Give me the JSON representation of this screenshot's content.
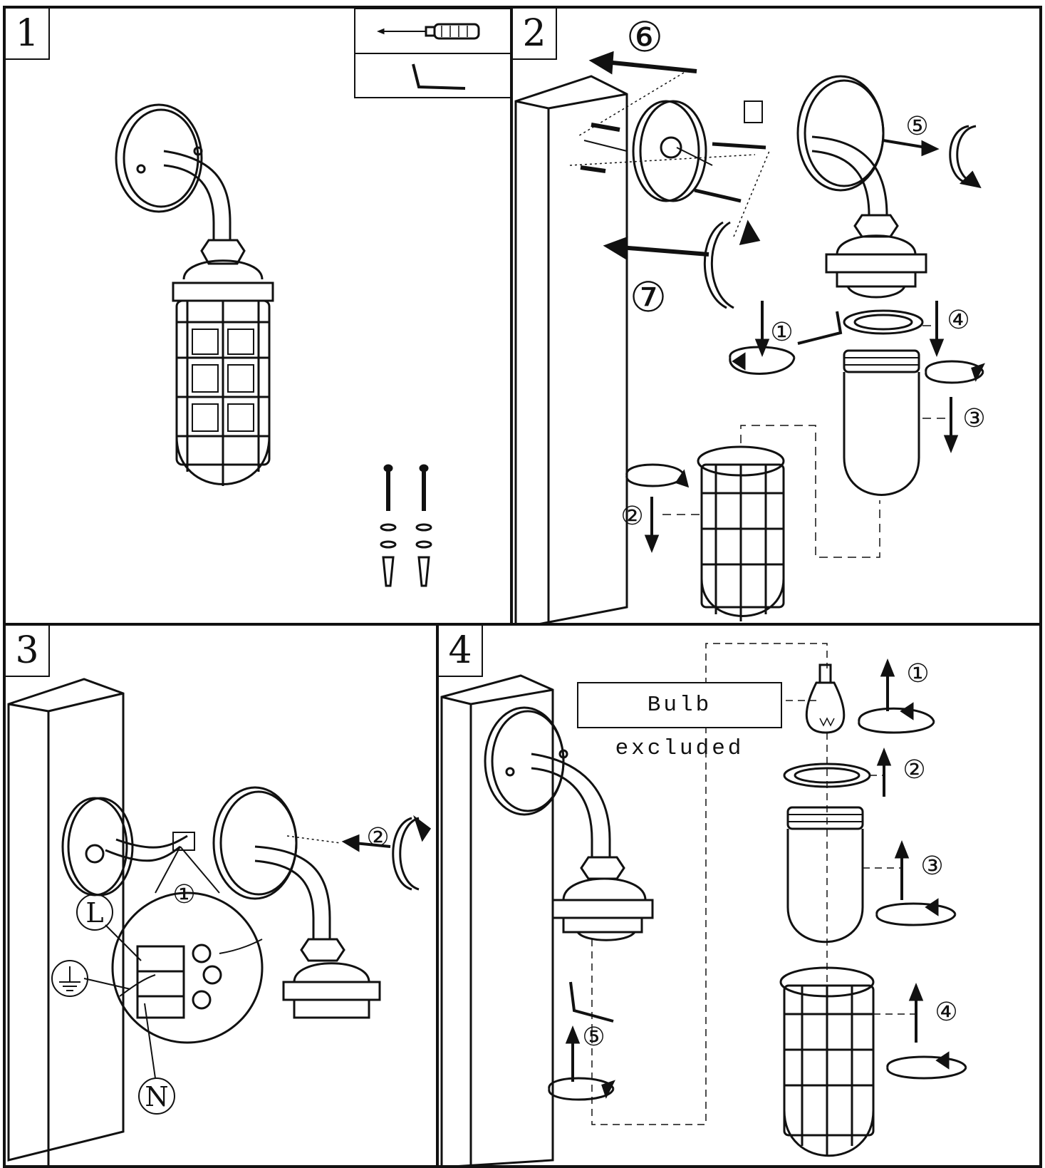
{
  "steps": {
    "one": "1",
    "two": "2",
    "three": "3",
    "four": "4"
  },
  "step2_callouts": {
    "c1": "①",
    "c2": "②",
    "c3": "③",
    "c4": "④",
    "c5": "⑤",
    "c6": "⑥",
    "c7": "⑦"
  },
  "step3_callouts": {
    "c1": "①",
    "c2": "②",
    "live": "L",
    "neutral": "N"
  },
  "step4_callouts": {
    "c1": "①",
    "c2": "②",
    "c3": "③",
    "c4": "④",
    "c5": "⑤"
  },
  "step4_note": "Bulb excluded",
  "colors": {
    "line": "#111111",
    "paper": "#ffffff"
  }
}
